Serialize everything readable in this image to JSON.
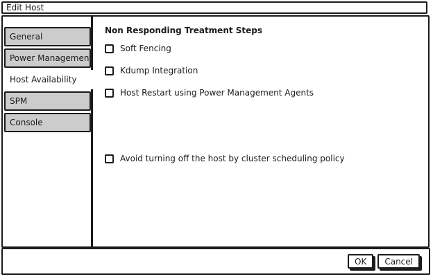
{
  "window": {
    "title": "Edit Host"
  },
  "sidebar": {
    "tabs": [
      {
        "label": "General",
        "selected": false
      },
      {
        "label": "Power Management",
        "selected": false
      },
      {
        "label": "Host Availability",
        "selected": true
      },
      {
        "label": "SPM",
        "selected": false
      },
      {
        "label": "Console",
        "selected": false
      }
    ]
  },
  "content": {
    "heading": "Non Responding Treatment Steps",
    "options": [
      {
        "label": "Soft Fencing",
        "checked": false
      },
      {
        "label": "Kdump Integration",
        "checked": false
      },
      {
        "label": "Host Restart using Power Management Agents",
        "checked": false
      }
    ],
    "cluster_option": {
      "label": "Avoid turning off the host by cluster scheduling policy",
      "checked": false
    }
  },
  "footer": {
    "ok_label": "OK",
    "cancel_label": "Cancel"
  },
  "colors": {
    "border": "#1b1b1b",
    "tab_fill": "#cccccc",
    "background": "#ffffff"
  }
}
